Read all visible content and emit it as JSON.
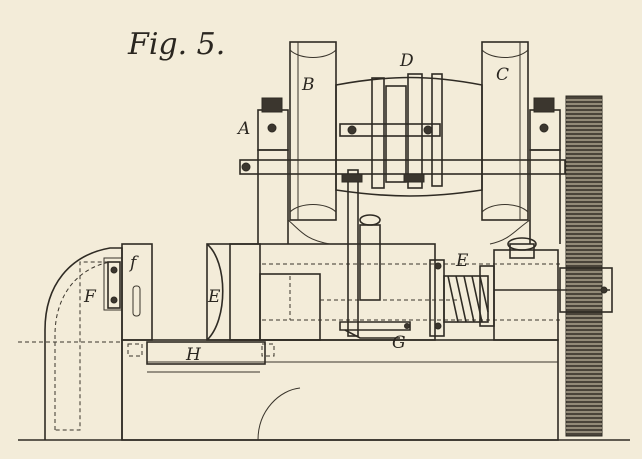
{
  "figure": {
    "title": "Fig. 5.",
    "labels": {
      "A": "A",
      "B": "B",
      "C": "C",
      "D": "D",
      "E": "E",
      "E_left": "E",
      "F": "F",
      "f": "f",
      "G": "G",
      "H": "H"
    }
  },
  "colors": {
    "paper": "#f3ecd9",
    "ink": "#2f2b24"
  }
}
